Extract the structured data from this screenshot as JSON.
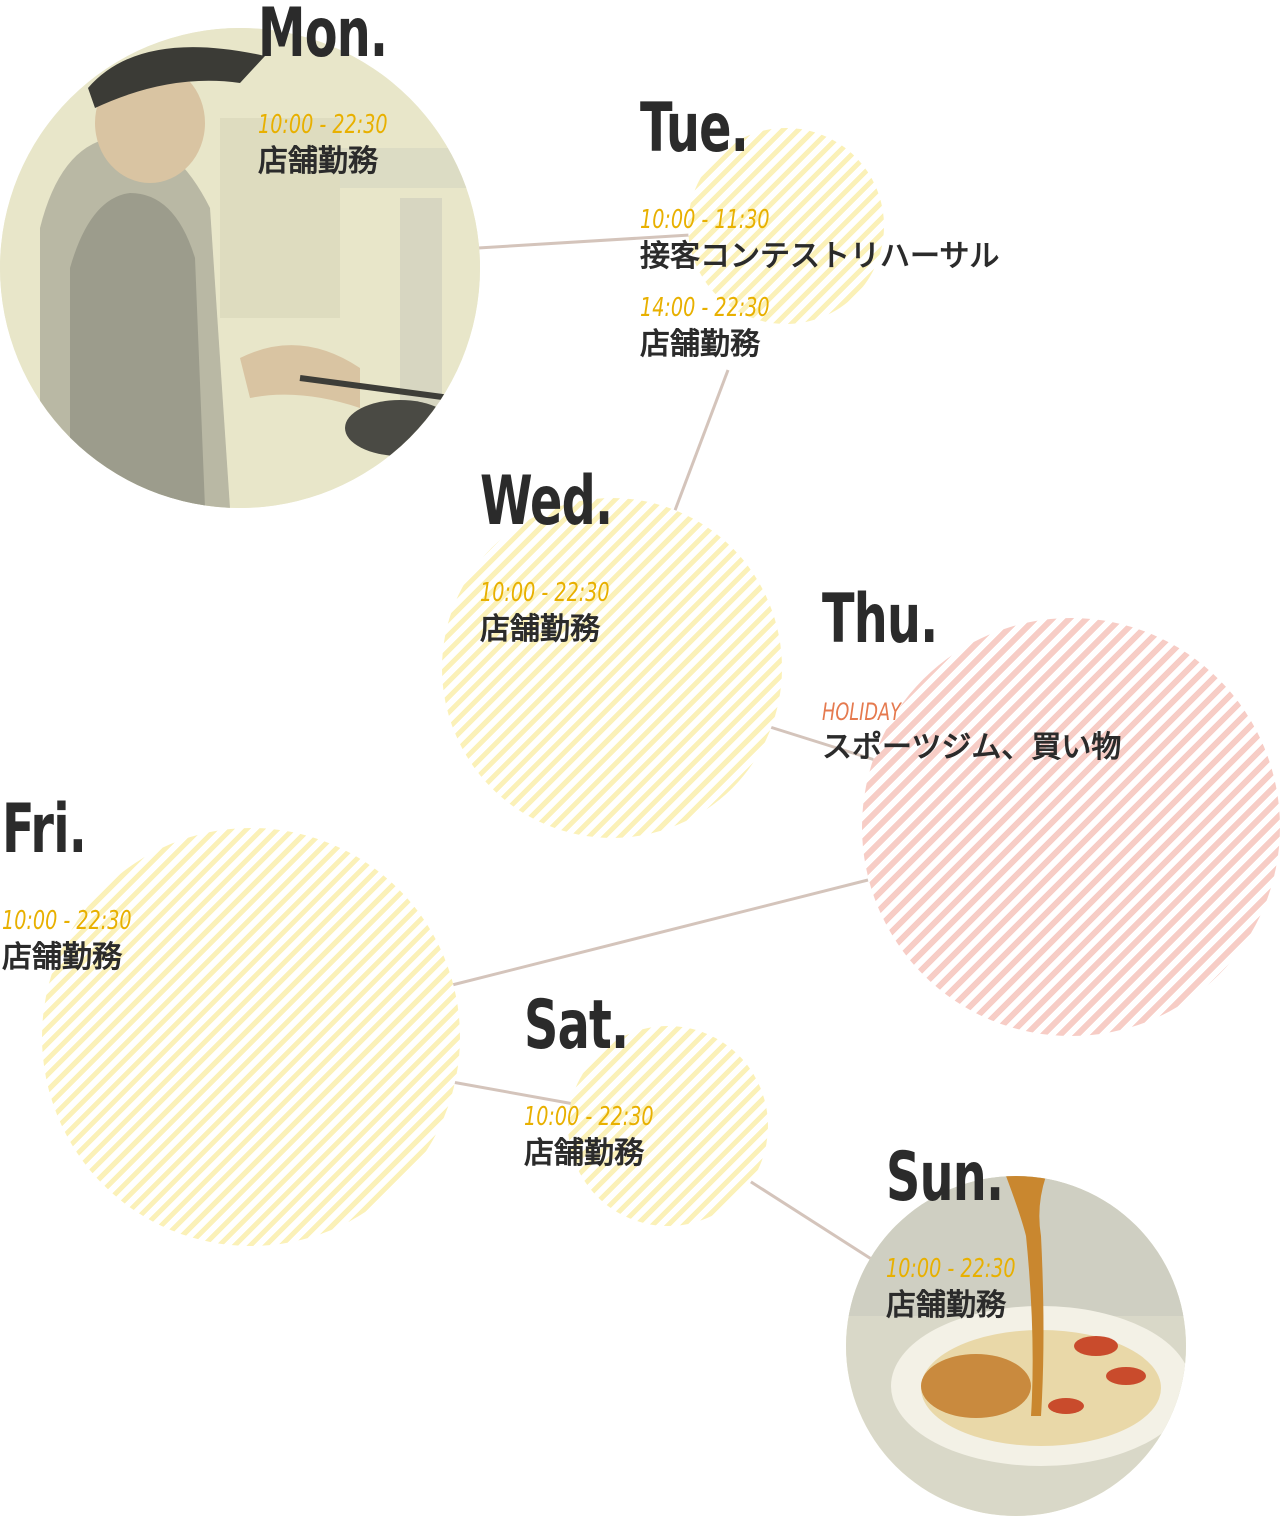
{
  "colors": {
    "accent_time": "#e8b000",
    "accent_holiday": "#e57a4f",
    "stripe_yellow": "#fbf1b8",
    "stripe_pink": "#f7cdc6",
    "connector": "#d4c4bb",
    "text": "#2b2b2b"
  },
  "days": {
    "mon": {
      "name": "Mon.",
      "entries": [
        {
          "time": "10:00 - 22:30",
          "task": "店舗勤務"
        }
      ]
    },
    "tue": {
      "name": "Tue.",
      "entries": [
        {
          "time": "10:00 - 11:30",
          "task": "接客コンテストリハーサル"
        },
        {
          "time": "14:00 - 22:30",
          "task": "店舗勤務"
        }
      ]
    },
    "wed": {
      "name": "Wed.",
      "entries": [
        {
          "time": "10:00 - 22:30",
          "task": "店舗勤務"
        }
      ]
    },
    "thu": {
      "name": "Thu.",
      "entries": [
        {
          "time": "HOLIDAY",
          "task": "スポーツジム、買い物"
        }
      ]
    },
    "fri": {
      "name": "Fri.",
      "entries": [
        {
          "time": "10:00 - 22:30",
          "task": "店舗勤務"
        }
      ]
    },
    "sat": {
      "name": "Sat.",
      "entries": [
        {
          "time": "10:00 - 22:30",
          "task": "店舗勤務"
        }
      ]
    },
    "sun": {
      "name": "Sun.",
      "entries": [
        {
          "time": "10:00 - 22:30",
          "task": "店舗勤務"
        }
      ]
    }
  }
}
